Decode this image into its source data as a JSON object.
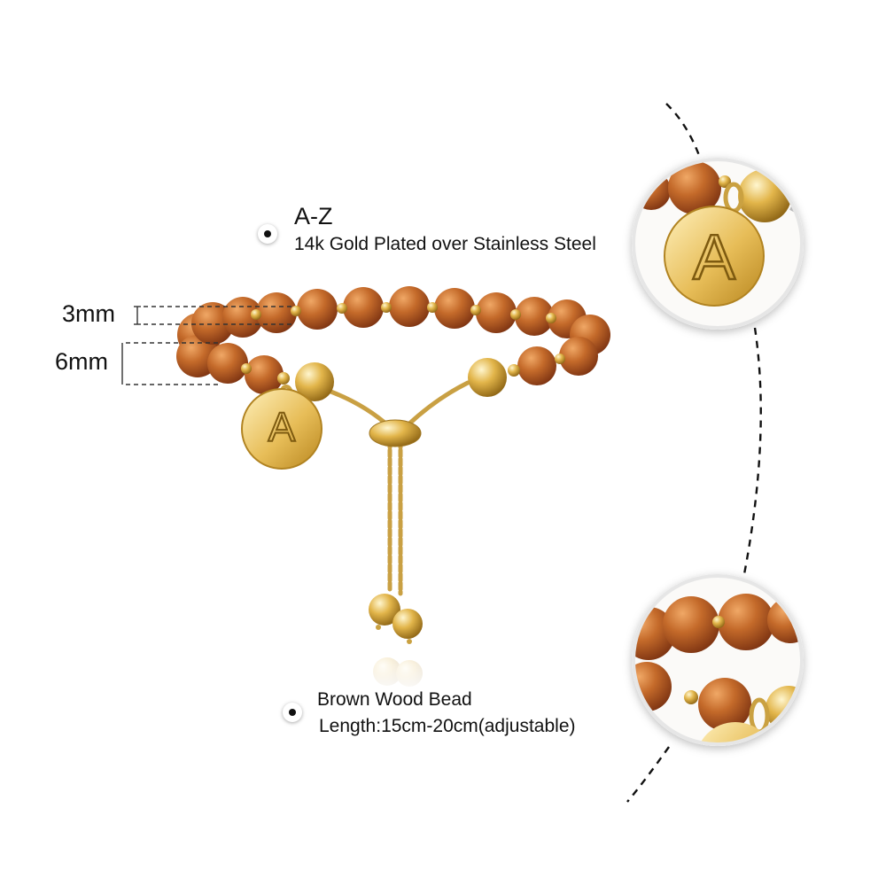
{
  "feature_top": {
    "title": "A-Z",
    "subtitle": "14k Gold Plated over Stainless Steel"
  },
  "feature_bottom": {
    "title": "Brown Wood Bead",
    "subtitle": "Length:15cm-20cm(adjustable)"
  },
  "dimensions": {
    "spacer_size": "3mm",
    "bead_size": "6mm"
  },
  "pendant_letter": "A",
  "colors": {
    "wood_bead": "#b8581f",
    "gold": "#d9a93a",
    "dashed_line": "#111111"
  },
  "icons": [
    "bullet-icon",
    "dimension-bracket-icon",
    "zoom-circle-icon"
  ]
}
